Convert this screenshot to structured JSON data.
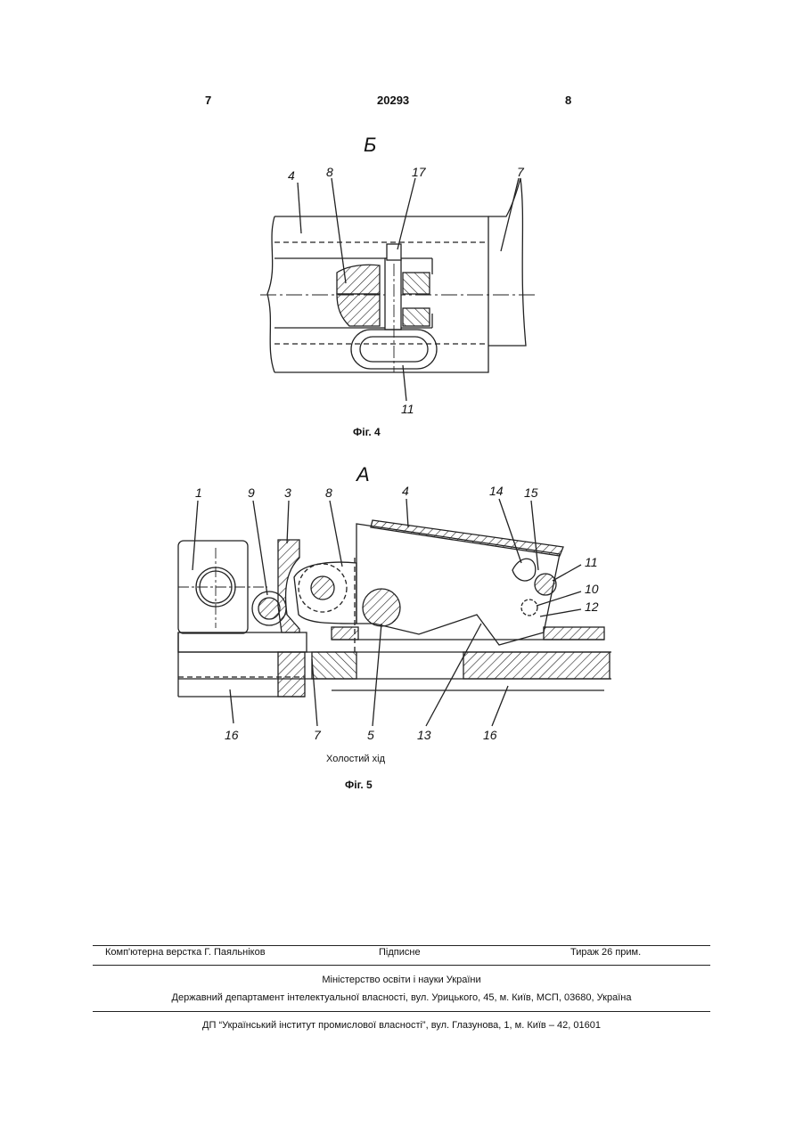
{
  "header": {
    "page_left": "7",
    "patent_number": "20293",
    "page_right": "8"
  },
  "fig4": {
    "view_label": "Б",
    "caption": "Фіг. 4",
    "part_labels": {
      "p4": "4",
      "p8": "8",
      "p17": "17",
      "p7": "7",
      "p11": "11"
    }
  },
  "fig5": {
    "view_label": "А",
    "caption": "Фіг. 5",
    "subcaption": "Холостий хід",
    "part_labels": {
      "p1": "1",
      "p9": "9",
      "p3": "3",
      "p8": "8",
      "p4": "4",
      "p14": "14",
      "p15": "15",
      "p11": "11",
      "p10": "10",
      "p12": "12",
      "p16a": "16",
      "p7": "7",
      "p5": "5",
      "p13": "13",
      "p16b": "16"
    }
  },
  "footer": {
    "typesetting": "Комп'ютерна верстка Г. Паяльніков",
    "signed": "Підписне",
    "circulation": "Тираж 26 прим.",
    "ministry": "Міністерство освіти і науки України",
    "department": "Державний департамент інтелектуальної власності, вул. Урицького, 45, м. Київ, МСП, 03680, Україна",
    "institute": "ДП “Український інститут промислової власності”, вул. Глазунова, 1, м. Київ – 42, 01601"
  }
}
